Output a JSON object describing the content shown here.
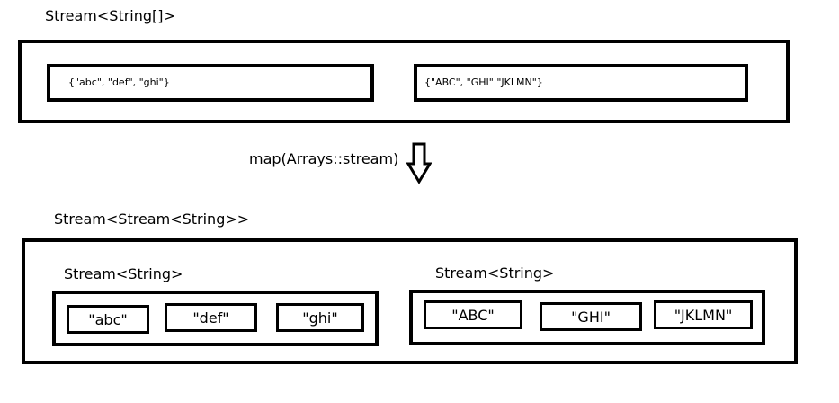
{
  "top": {
    "type_label": "Stream<String[]>",
    "arrays": [
      {
        "text": "{\"abc\", \"def\", \"ghi\"}"
      },
      {
        "text": "{\"ABC\", \"GHI\" \"JKLMN\"}"
      }
    ]
  },
  "transform": {
    "label": "map(Arrays::stream)",
    "icon": "down-arrow-icon"
  },
  "bottom": {
    "type_label": "Stream<Stream<String>>",
    "inner_streams": [
      {
        "type_label": "Stream<String>",
        "elements": [
          "\"abc\"",
          "\"def\"",
          "\"ghi\""
        ]
      },
      {
        "type_label": "Stream<String>",
        "elements": [
          "\"ABC\"",
          "\"GHI\"",
          "\"JKLMN\""
        ]
      }
    ]
  }
}
